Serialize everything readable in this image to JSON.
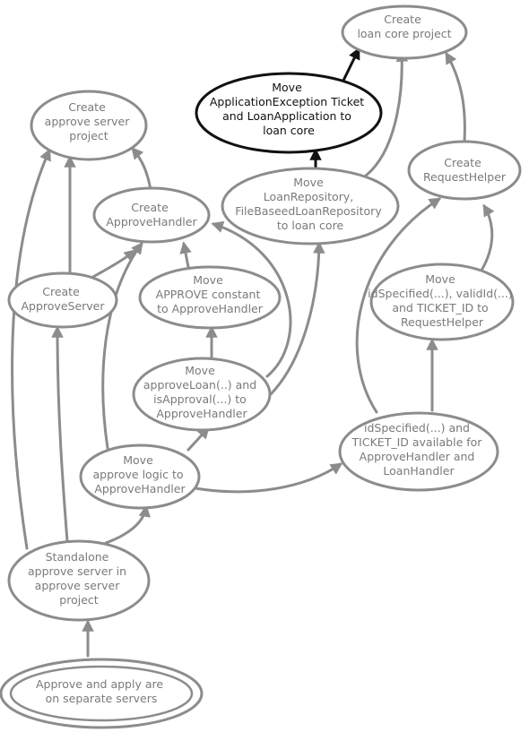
{
  "nodes": {
    "create_loan_core_project": {
      "lines": [
        "Create",
        "loan core project"
      ]
    },
    "move_application_exception": {
      "lines": [
        "Move",
        "ApplicationException Ticket",
        "and LoanApplication to",
        "loan core"
      ]
    },
    "create_approve_server_project": {
      "lines": [
        "Create",
        "approve server",
        "project"
      ]
    },
    "create_approve_handler": {
      "lines": [
        "Create",
        "ApproveHandler"
      ]
    },
    "move_loan_repository": {
      "lines": [
        "Move",
        "LoanRepository,",
        "FileBaseedLoanRepository",
        "to loan core"
      ]
    },
    "create_request_helper": {
      "lines": [
        "Create",
        "RequestHelper"
      ]
    },
    "create_approve_server": {
      "lines": [
        "Create",
        "ApproveServer"
      ]
    },
    "move_approve_constant": {
      "lines": [
        "Move",
        "APPROVE constant",
        "to ApproveHandler"
      ]
    },
    "move_id_specified": {
      "lines": [
        "Move",
        "idSpecified(...), validId(...)",
        "and TICKET_ID to",
        "RequestHelper"
      ]
    },
    "move_approve_loan": {
      "lines": [
        "Move",
        "approveLoan(..) and",
        "isApproval(...) to",
        "ApproveHandler"
      ]
    },
    "id_specified_available": {
      "lines": [
        "idSpecified(...) and",
        "TICKET_ID available for",
        "ApproveHandler and",
        "LoanHandler"
      ]
    },
    "move_approve_logic": {
      "lines": [
        "Move",
        "approve logic to",
        "ApproveHandler"
      ]
    },
    "standalone_approve_server": {
      "lines": [
        "Standalone",
        "approve server in",
        "approve server",
        "project"
      ]
    },
    "goal": {
      "lines": [
        "Approve and apply are",
        "on separate servers"
      ]
    }
  },
  "colors": {
    "line": "#8c8c8c",
    "text": "#7a7a7a",
    "highlight": "#111111"
  }
}
